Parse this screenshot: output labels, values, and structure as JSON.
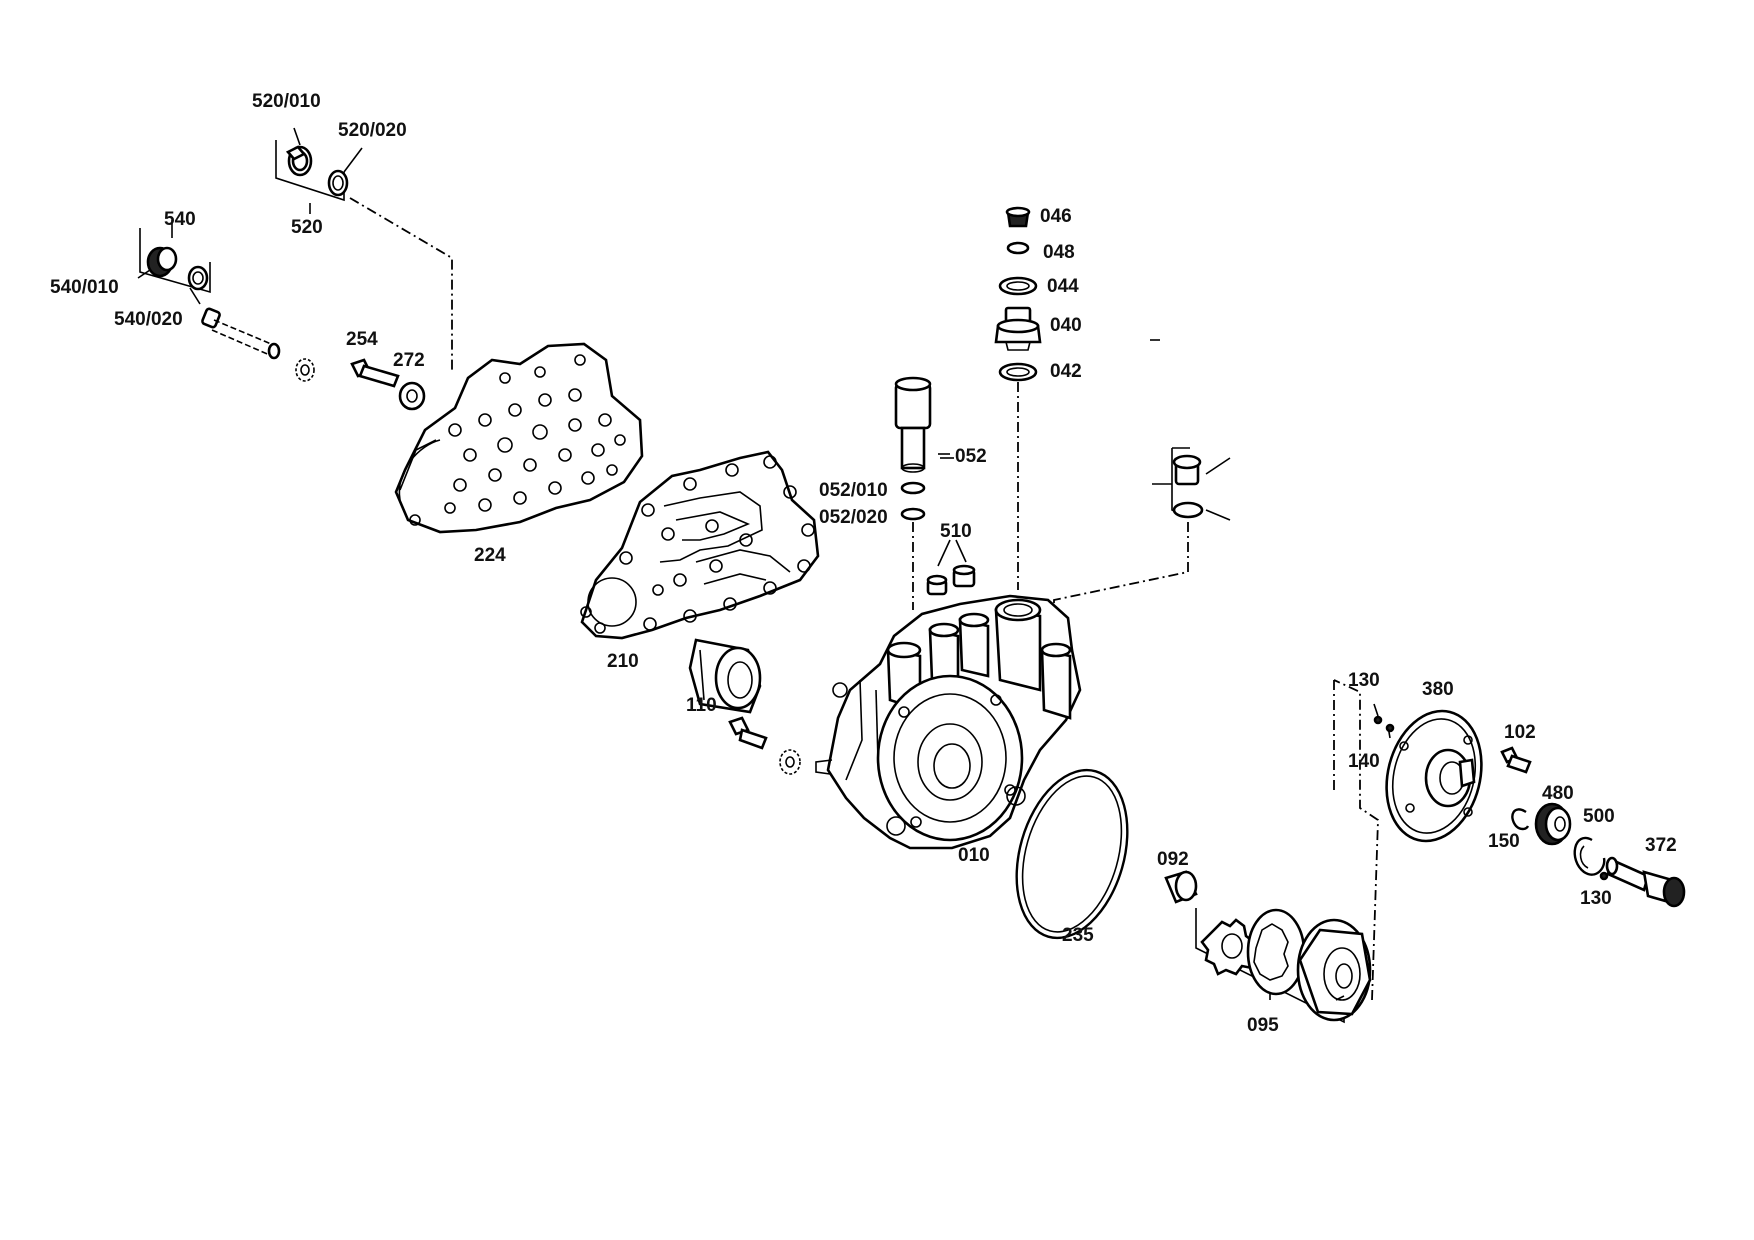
{
  "diagram": {
    "labels": [
      {
        "id": "lbl-520-010",
        "text": "520/010"
      },
      {
        "id": "lbl-520-020",
        "text": "520/020"
      },
      {
        "id": "lbl-520",
        "text": "520"
      },
      {
        "id": "lbl-540",
        "text": "540"
      },
      {
        "id": "lbl-540-010",
        "text": "540/010"
      },
      {
        "id": "lbl-540-020",
        "text": "540/020"
      },
      {
        "id": "lbl-254",
        "text": "254"
      },
      {
        "id": "lbl-272",
        "text": "272"
      },
      {
        "id": "lbl-224",
        "text": "224"
      },
      {
        "id": "lbl-210",
        "text": "210"
      },
      {
        "id": "lbl-110",
        "text": "110"
      },
      {
        "id": "lbl-046",
        "text": "046"
      },
      {
        "id": "lbl-048",
        "text": "048"
      },
      {
        "id": "lbl-044",
        "text": "044"
      },
      {
        "id": "lbl-040",
        "text": "040"
      },
      {
        "id": "lbl-042",
        "text": "042"
      },
      {
        "id": "lbl-052",
        "text": "052"
      },
      {
        "id": "lbl-052-010",
        "text": "052/010"
      },
      {
        "id": "lbl-052-020",
        "text": "052/020"
      },
      {
        "id": "lbl-510",
        "text": "510"
      },
      {
        "id": "lbl-010",
        "text": "010"
      },
      {
        "id": "lbl-235",
        "text": "235"
      },
      {
        "id": "lbl-092",
        "text": "092"
      },
      {
        "id": "lbl-095",
        "text": "095"
      },
      {
        "id": "lbl-130a",
        "text": "130"
      },
      {
        "id": "lbl-380",
        "text": "380"
      },
      {
        "id": "lbl-140",
        "text": "140"
      },
      {
        "id": "lbl-102",
        "text": "102"
      },
      {
        "id": "lbl-480",
        "text": "480"
      },
      {
        "id": "lbl-500",
        "text": "500"
      },
      {
        "id": "lbl-150",
        "text": "150"
      },
      {
        "id": "lbl-372",
        "text": "372"
      },
      {
        "id": "lbl-130b",
        "text": "130"
      }
    ]
  }
}
